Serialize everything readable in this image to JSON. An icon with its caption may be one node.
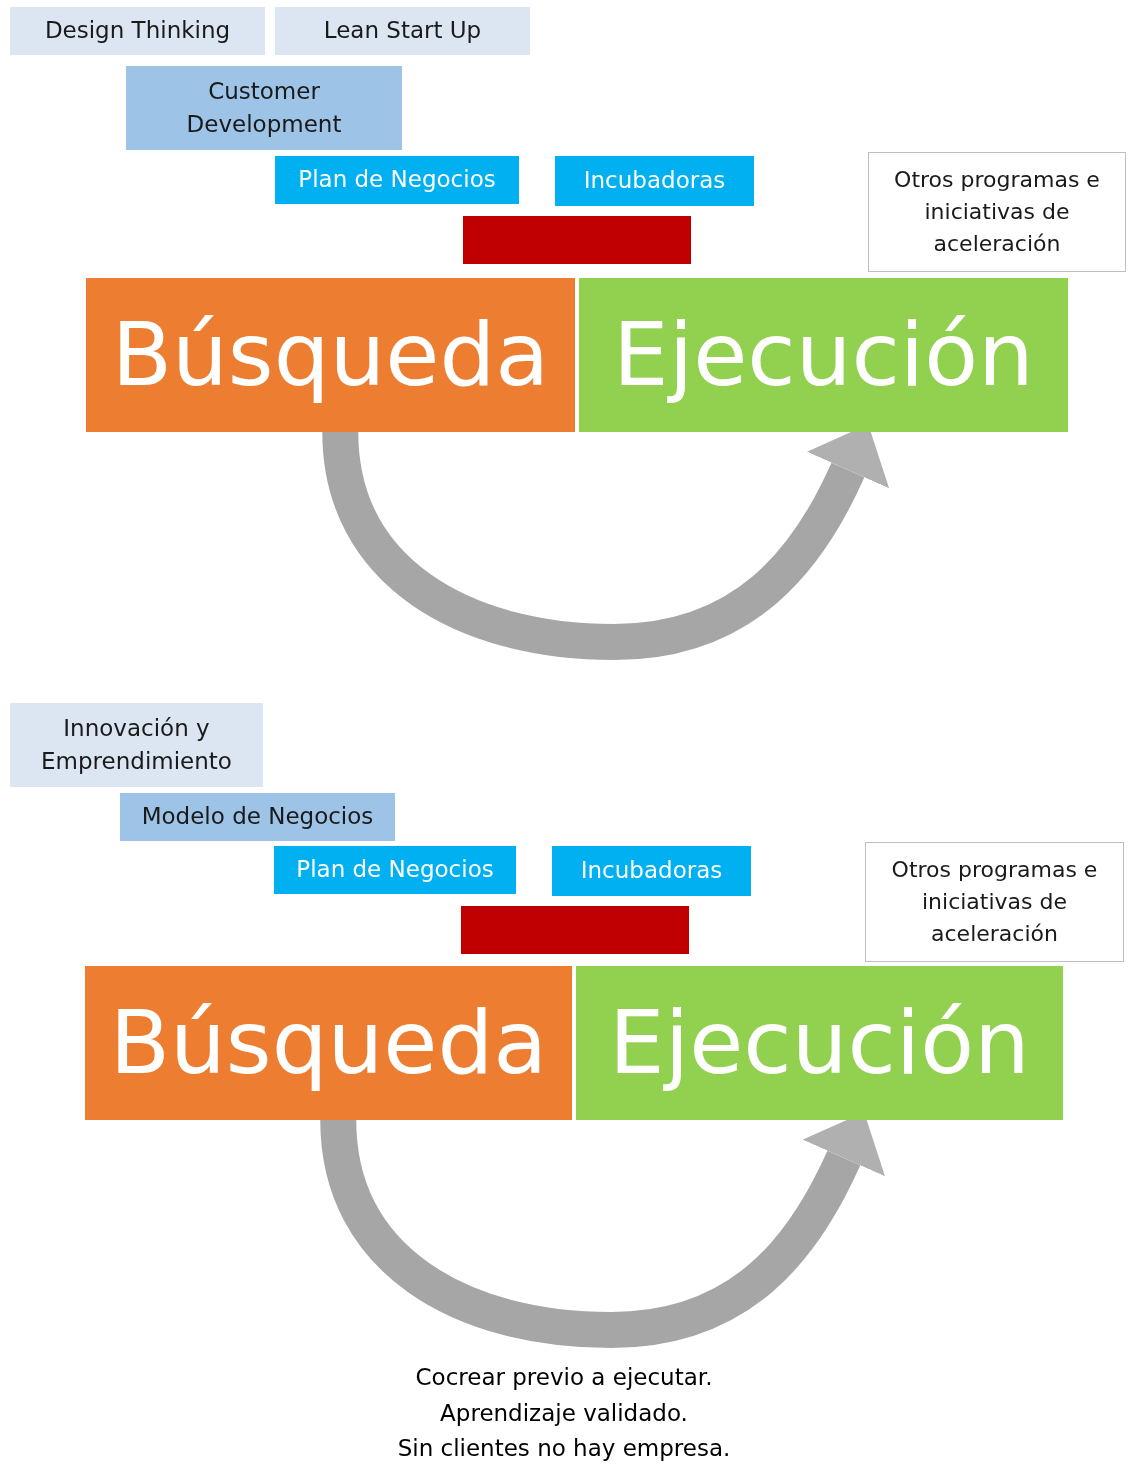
{
  "diagram": {
    "nodes": [
      {
        "text": [
          "Design Thinking"
        ]
      },
      {
        "text": [
          "Lean Start Up"
        ]
      },
      {
        "text": [
          "Customer Development"
        ]
      },
      {
        "text": [
          "Plan de Negocios"
        ]
      },
      {
        "text": [
          "Incubadoras"
        ]
      },
      {
        "text": [],
        "shape": "box"
      },
      {
        "text": [
          "Otros programas e iniciativas de aceleración"
        ]
      },
      {
        "text": [
          "Búsqueda"
        ]
      },
      {
        "text": [
          "Ejecución"
        ]
      },
      {
        "text": [
          "Innovación y Emprendimiento"
        ]
      },
      {
        "text": [
          "Modelo de Negocios"
        ]
      },
      {
        "text": [
          "Plan de Negocios"
        ]
      },
      {
        "text": [
          "Incubadoras"
        ]
      },
      {
        "text": [],
        "shape": "box"
      },
      {
        "text": [
          "Otros programas e iniciativas de aceleración"
        ]
      },
      {
        "text": [
          "Búsqueda"
        ]
      },
      {
        "text": [
          "Ejecución"
        ]
      }
    ],
    "edges": [
      {
        "from": 7,
        "to": 8,
        "arrow": "to"
      },
      {
        "from": 15,
        "to": 16,
        "arrow": "to"
      }
    ],
    "labels": [
      "Cocrear previo a ejecutar.",
      "Aprendizaje validado.",
      "Sin clientes no hay empresa."
    ]
  }
}
